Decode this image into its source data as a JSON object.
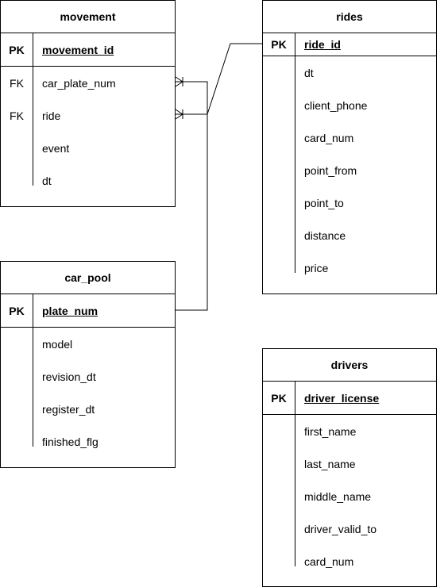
{
  "entities": {
    "movement": {
      "title": "movement",
      "pk": {
        "key": "PK",
        "name": "movement_id"
      },
      "fields": [
        {
          "key": "FK",
          "name": "car_plate_num"
        },
        {
          "key": "FK",
          "name": "ride"
        },
        {
          "key": "",
          "name": "event"
        },
        {
          "key": "",
          "name": "dt"
        }
      ]
    },
    "rides": {
      "title": "rides",
      "pk": {
        "key": "PK",
        "name": "ride_id"
      },
      "fields": [
        {
          "key": "",
          "name": "dt"
        },
        {
          "key": "",
          "name": "client_phone"
        },
        {
          "key": "",
          "name": "card_num"
        },
        {
          "key": "",
          "name": "point_from"
        },
        {
          "key": "",
          "name": "point_to"
        },
        {
          "key": "",
          "name": "distance"
        },
        {
          "key": "",
          "name": "price"
        }
      ]
    },
    "car_pool": {
      "title": "car_pool",
      "pk": {
        "key": "PK",
        "name": "plate_num"
      },
      "fields": [
        {
          "key": "",
          "name": "model"
        },
        {
          "key": "",
          "name": "revision_dt"
        },
        {
          "key": "",
          "name": "register_dt"
        },
        {
          "key": "",
          "name": "finished_flg"
        }
      ]
    },
    "drivers": {
      "title": "drivers",
      "pk": {
        "key": "PK",
        "name": "driver_license"
      },
      "fields": [
        {
          "key": "",
          "name": "first_name"
        },
        {
          "key": "",
          "name": "last_name"
        },
        {
          "key": "",
          "name": "middle_name"
        },
        {
          "key": "",
          "name": "driver_valid_to"
        },
        {
          "key": "",
          "name": "card_num"
        }
      ]
    }
  },
  "line_color": "#000000"
}
